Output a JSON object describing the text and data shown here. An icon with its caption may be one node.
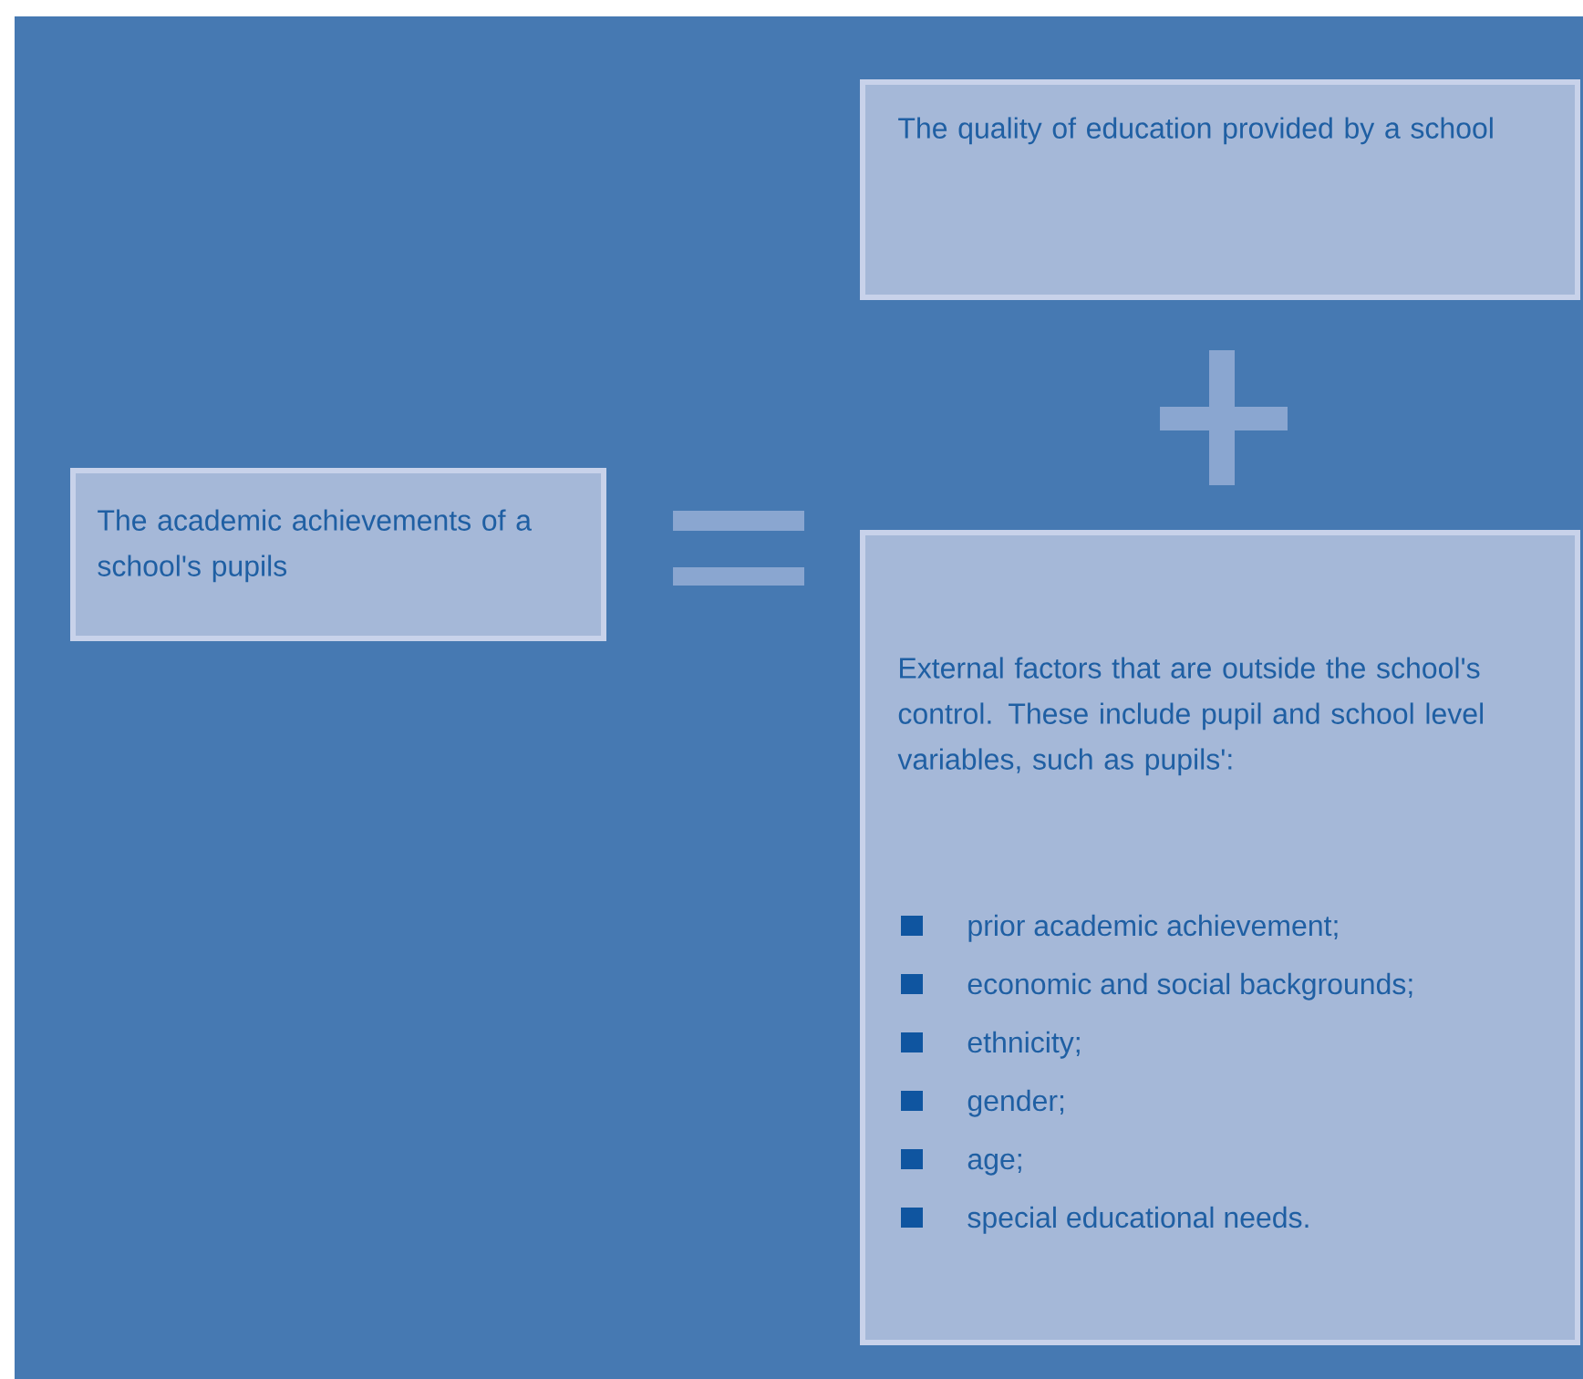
{
  "diagram": {
    "nodes": [
      {
        "text": [
          "The academic achievements of a school's pupils"
        ]
      },
      {
        "text": [
          "The quality of education provided by a school"
        ]
      },
      {
        "text": [
          "External factors that are outside the school's control. These include pupil and school level variables, such as pupils':",
          "prior academic achievement;",
          "economic and social backgrounds;",
          "ethnicity;",
          "gender;",
          "age;",
          "special educational needs."
        ]
      }
    ]
  }
}
